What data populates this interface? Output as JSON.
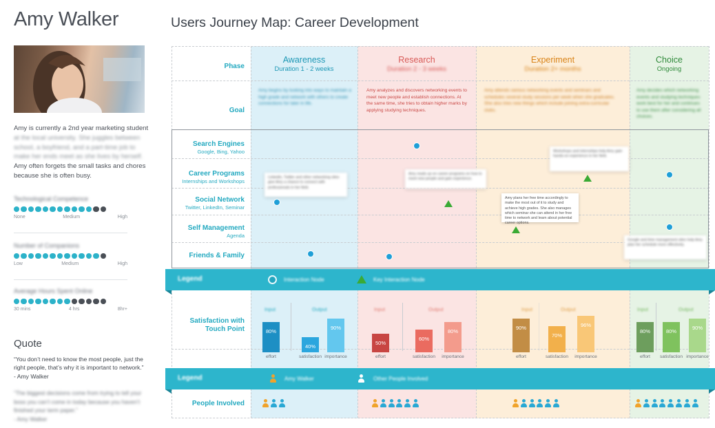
{
  "persona": {
    "name": "Amy Walker",
    "bio_visible": "Amy is currently a 2nd year marketing student",
    "bio_blurred": "at the local university. She juggles between school, a boyfriend, and a part-time job to make her ends meet as she lives by herself.",
    "bio_end": "Amy often forgets the small tasks and chores because she is often busy.",
    "metrics": [
      {
        "title": "Technological Competence",
        "filled": 11,
        "total": 13,
        "scale": [
          "None",
          "Medium",
          "High"
        ]
      },
      {
        "title": "Number of Companions",
        "filled": 12,
        "total": 13,
        "scale": [
          "Low",
          "Medium",
          "High"
        ]
      },
      {
        "title": "Average Hours Spent Online",
        "filled": 8,
        "total": 13,
        "scale": [
          "30 mins",
          "4 hrs",
          "8hr+"
        ]
      }
    ],
    "quote_title": "Quote",
    "quote_text": "“You don’t need to know the most people, just the right people, that’s why it is important to network.”",
    "quote_author": "- Amy Walker",
    "quote2_text": "“The biggest decisions come from trying to tell your boss you can’t come in today because you haven’t finished your term paper.”",
    "quote2_author": "- Amy Walker"
  },
  "map": {
    "title": "Users Journey Map: Career Development",
    "row_labels": {
      "phase": "Phase",
      "goal": "Goal",
      "satisfaction": "Satisfaction with Touch Point",
      "people": "People Involved"
    },
    "channels": [
      {
        "name": "Search Engines",
        "sub": "Google, Bing, Yahoo"
      },
      {
        "name": "Career Programs",
        "sub": "Internships and Workshops"
      },
      {
        "name": "Social Network",
        "sub": "Twitter, LinkedIn, Seminar"
      },
      {
        "name": "Self Management",
        "sub": "Agenda"
      },
      {
        "name": "Friends & Family",
        "sub": ""
      }
    ],
    "phases": [
      {
        "name": "Awareness",
        "duration": "Duration 1 - 2 weeks",
        "color": "#1d97b5",
        "goal": "Amy begins by looking into ways to maintain a high grade and network with others to create connections for later in life."
      },
      {
        "name": "Research",
        "duration": "Duration 2 - 3 weeks",
        "color": "#d85a57",
        "goal": "Amy analyzes and discovers networking events to meet new people and establish connections. At the same time, she tries to obtain higher marks by applying studying techniques."
      },
      {
        "name": "Experiment",
        "duration": "Duration 2+ months",
        "color": "#e08a1e",
        "goal": "Amy attends various networking events and seminars and schedules several study sessions per week when she graduates. She also tries new things which include joining extra-curricular clubs."
      },
      {
        "name": "Choice",
        "duration": "Ongoing",
        "color": "#3a9a45",
        "goal": "Amy decides which networking events and studying techniques work best for her and continues to use them after considering all choices."
      }
    ],
    "notes": [
      {
        "text": "Linkedin, Twitter and other networking sites give Amy a chance to connect with professionals in her field."
      },
      {
        "text": "Amy reads up on career programs on how to meet new people and gain experience."
      },
      {
        "text": "Amy plans her free time accordingly to make the most out of it to study and achieve high grades. She also manages which seminar she can attend in her free time to network and learn about potential career options."
      },
      {
        "text": "Workshops and internships help Amy gain hands-on experience in her field."
      },
      {
        "text": "Google and time management sites help Amy plan her schedule more effectively."
      }
    ],
    "legend1": {
      "title": "Legend",
      "node": "Interaction Node",
      "key_node": "Key Interaction Node"
    },
    "legend2": {
      "title": "Legend",
      "self": "Amy Walker",
      "others": "Other People Involved"
    },
    "io_labels": {
      "input": "Input",
      "output": "Output"
    },
    "colors": {
      "accent": "#2db5cc",
      "node": "#1f9fd7",
      "key_node": "#3aaa35",
      "persona_person": "#f0a32b",
      "other_person": "#29a8d4"
    }
  },
  "chart_data": {
    "type": "bar",
    "title": "Satisfaction with Touch Point",
    "categories": [
      "effort",
      "satisfaction",
      "importance"
    ],
    "ylim": [
      0,
      100
    ],
    "series": [
      {
        "name": "Awareness",
        "values": [
          80,
          40,
          90
        ],
        "labels": [
          "80%",
          "40%",
          "90%"
        ],
        "colors": [
          "#1d8fc4",
          "#2ba6de",
          "#63c7ee"
        ]
      },
      {
        "name": "Research",
        "values": [
          50,
          60,
          80
        ],
        "labels": [
          "50%",
          "60%",
          "80%"
        ],
        "colors": [
          "#c84542",
          "#ea6b60",
          "#f39b8c"
        ]
      },
      {
        "name": "Experiment",
        "values": [
          90,
          70,
          96
        ],
        "labels": [
          "90%",
          "70%",
          "96%"
        ],
        "colors": [
          "#c28d45",
          "#f2b04b",
          "#f9c777"
        ]
      },
      {
        "name": "Choice",
        "values": [
          80,
          80,
          90
        ],
        "labels": [
          "80%",
          "80%",
          "90%"
        ],
        "colors": [
          "#6d9e5d",
          "#7fc25e",
          "#a9d88b"
        ]
      }
    ]
  }
}
